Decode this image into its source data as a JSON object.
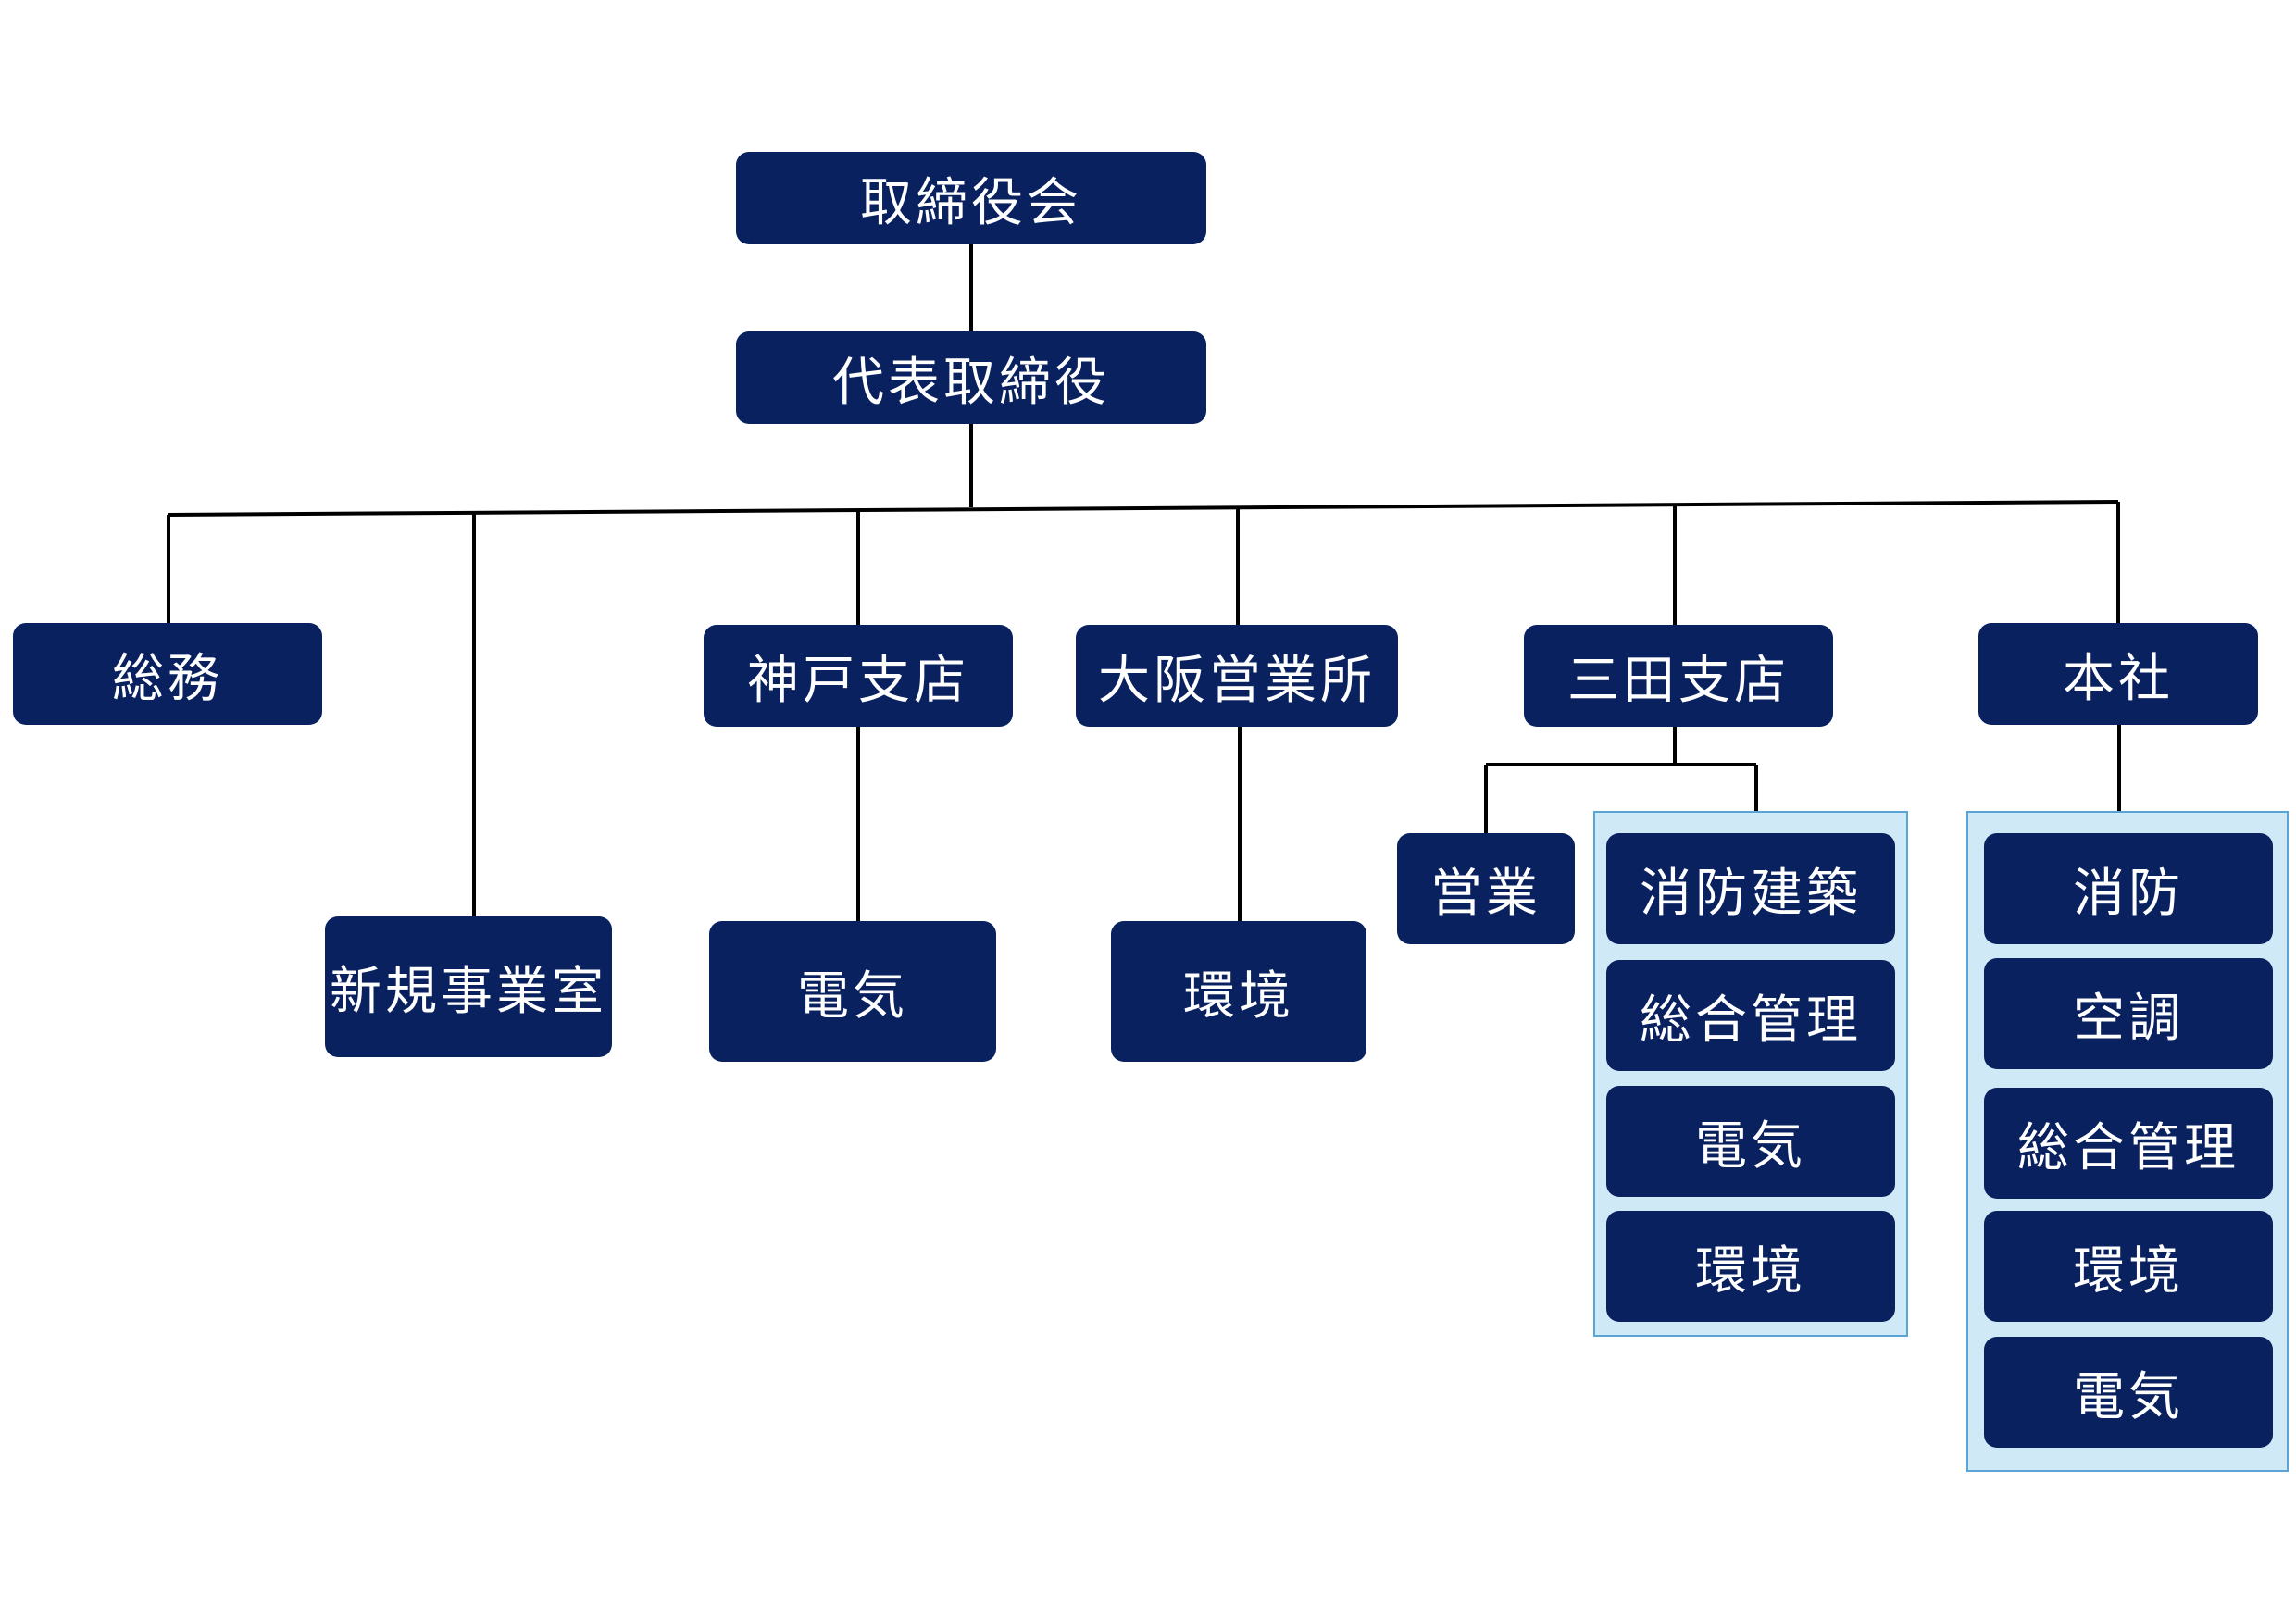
{
  "chart": {
    "board": "取締役会",
    "president": "代表取締役",
    "departments": {
      "somu": "総務",
      "shinki": "新規事業室",
      "kobe": "神戸支店",
      "osaka": "大阪営業所",
      "sanda": "三田支店",
      "honsha": "本社"
    },
    "kobe_children": [
      "電気"
    ],
    "osaka_children": [
      "環境"
    ],
    "sanda_sales": "営業",
    "sanda_children": [
      "消防建築",
      "総合管理",
      "電気",
      "環境"
    ],
    "honsha_children": [
      "消防",
      "空調",
      "総合管理",
      "環境",
      "電気"
    ]
  },
  "colors": {
    "node_fill": "#0a2160",
    "node_text": "#ffffff",
    "group_fill": "#cfe9f7",
    "group_border": "#5aa5d6",
    "connector": "#000000"
  }
}
